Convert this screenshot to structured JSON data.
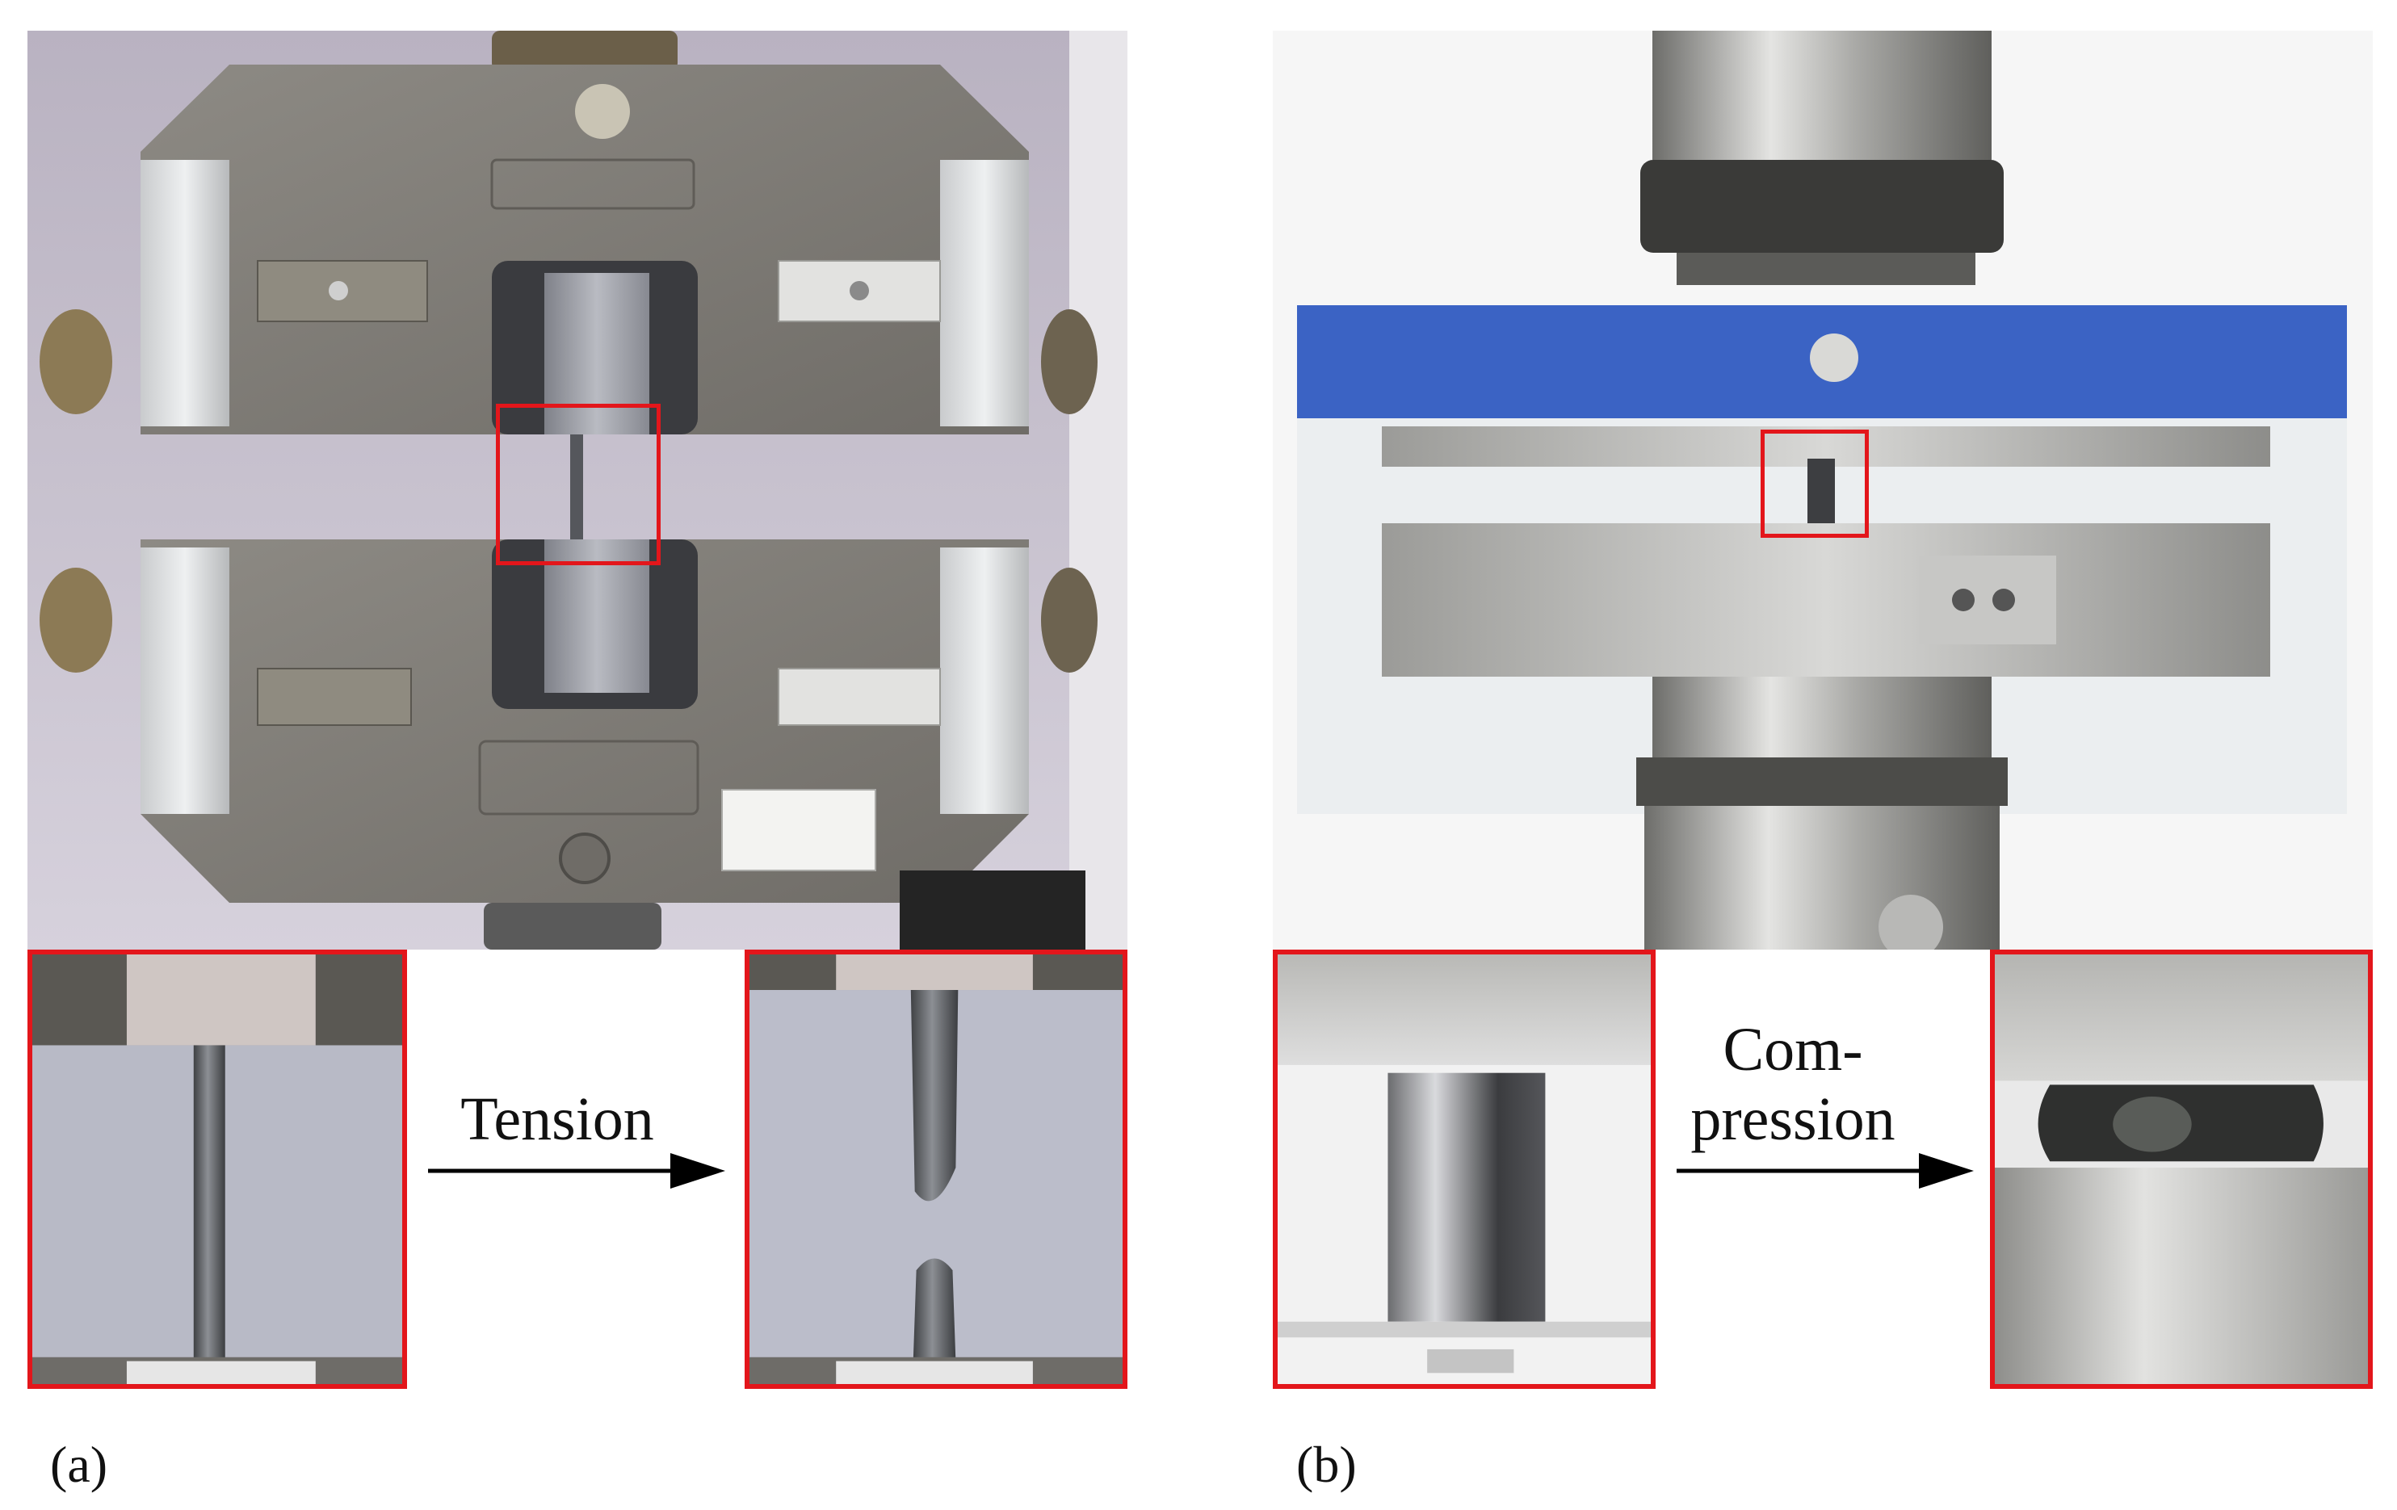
{
  "panels": {
    "a": {
      "label": "(a)",
      "process": "Tension"
    },
    "b": {
      "label": "(b)",
      "process_line1": "Com-",
      "process_line2": "pression"
    }
  },
  "colors": {
    "highlight": "#e3161b",
    "steel": "#8a8781",
    "blue_ring": "#3b63c4"
  }
}
